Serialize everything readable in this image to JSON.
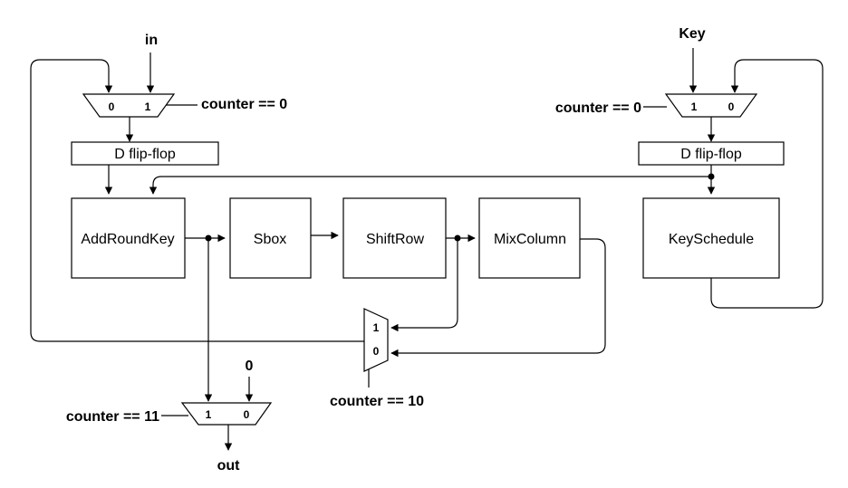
{
  "inputs": {
    "in": "in",
    "key": "Key",
    "zero": "0"
  },
  "outputs": {
    "out": "out"
  },
  "blocks": {
    "dff_data": "D flip-flop",
    "dff_key": "D flip-flop",
    "add_round_key": "AddRoundKey",
    "sbox": "Sbox",
    "shift_row": "ShiftRow",
    "mix_column": "MixColumn",
    "key_schedule": "KeySchedule"
  },
  "selects": {
    "input_mux": "counter == 0",
    "key_mux": "counter == 0",
    "round_mux": "counter == 10",
    "output_mux": "counter == 11"
  },
  "mux_pins": {
    "input_mux": [
      "0",
      "1"
    ],
    "key_mux": [
      "1",
      "0"
    ],
    "round_mux": [
      "1",
      "0"
    ],
    "output_mux": [
      "1",
      "0"
    ]
  }
}
